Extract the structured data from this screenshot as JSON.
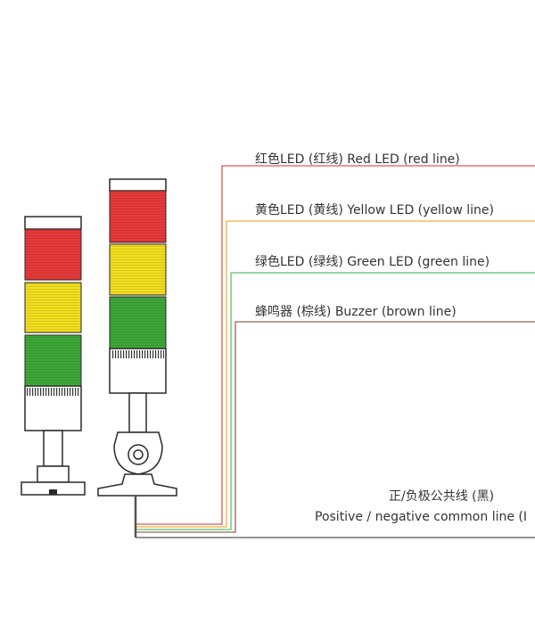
{
  "wires": [
    {
      "label": "红色LED (红线) Red LED (red line)",
      "color": "#e05a4e"
    },
    {
      "label": "黄色LED (黄线) Yellow LED (yellow line)",
      "color": "#f0b23c"
    },
    {
      "label": "绿色LED (绿线) Green LED (green line)",
      "color": "#5cbf6e"
    },
    {
      "label": "蜂鸣器 (棕线) Buzzer (brown line)",
      "color": "#8a6a55"
    }
  ],
  "common": {
    "label_cn": "正/负极公共线 (黑)",
    "label_en": "Positive / negative common line (I",
    "color": "#555555"
  },
  "tower_colors": {
    "red": "#e8393a",
    "yellow": "#f2df1f",
    "green": "#3ea839",
    "body": "#ffffff",
    "outline": "#2a2a2a"
  }
}
